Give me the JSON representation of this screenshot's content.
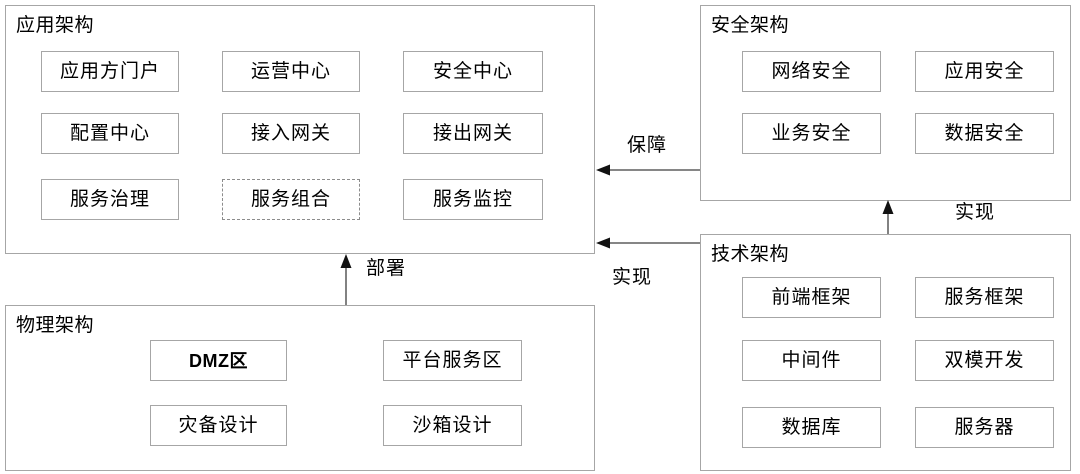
{
  "diagram": {
    "title_hidden": "",
    "groups": [
      {
        "id": "application",
        "title": "应用架构",
        "nodes": [
          {
            "label": "应用方门户",
            "style": "solid"
          },
          {
            "label": "运营中心",
            "style": "solid"
          },
          {
            "label": "安全中心",
            "style": "solid"
          },
          {
            "label": "配置中心",
            "style": "solid"
          },
          {
            "label": "接入网关",
            "style": "solid"
          },
          {
            "label": "接出网关",
            "style": "solid"
          },
          {
            "label": "服务治理",
            "style": "solid"
          },
          {
            "label": "服务组合",
            "style": "dashed"
          },
          {
            "label": "服务监控",
            "style": "solid"
          }
        ]
      },
      {
        "id": "security",
        "title": "安全架构",
        "nodes": [
          {
            "label": "网络安全",
            "style": "solid"
          },
          {
            "label": "应用安全",
            "style": "solid"
          },
          {
            "label": "业务安全",
            "style": "solid"
          },
          {
            "label": "数据安全",
            "style": "solid"
          }
        ]
      },
      {
        "id": "technology",
        "title": "技术架构",
        "nodes": [
          {
            "label": "前端框架",
            "style": "solid"
          },
          {
            "label": "服务框架",
            "style": "solid"
          },
          {
            "label": "中间件",
            "style": "solid"
          },
          {
            "label": "双模开发",
            "style": "solid"
          },
          {
            "label": "数据库",
            "style": "solid"
          },
          {
            "label": "服务器",
            "style": "solid"
          }
        ]
      },
      {
        "id": "physical",
        "title": "物理架构",
        "nodes": [
          {
            "label": "DMZ区",
            "style": "solid-bold"
          },
          {
            "label": "平台服务区",
            "style": "solid"
          },
          {
            "label": "灾备设计",
            "style": "solid"
          },
          {
            "label": "沙箱设计",
            "style": "solid"
          }
        ]
      }
    ],
    "edges": [
      {
        "id": "security-to-application",
        "label": "保障",
        "direction": "left"
      },
      {
        "id": "technology-to-application",
        "label": "实现",
        "direction": "left"
      },
      {
        "id": "technology-to-security",
        "label": "实现",
        "direction": "up"
      },
      {
        "id": "physical-to-application",
        "label": "部署",
        "direction": "up"
      }
    ],
    "colors": {
      "border": "#a6a6a6",
      "dashed_border": "#8c8c8c",
      "arrow": "#3f3f3f",
      "text": "#000000",
      "background": "#ffffff"
    }
  }
}
